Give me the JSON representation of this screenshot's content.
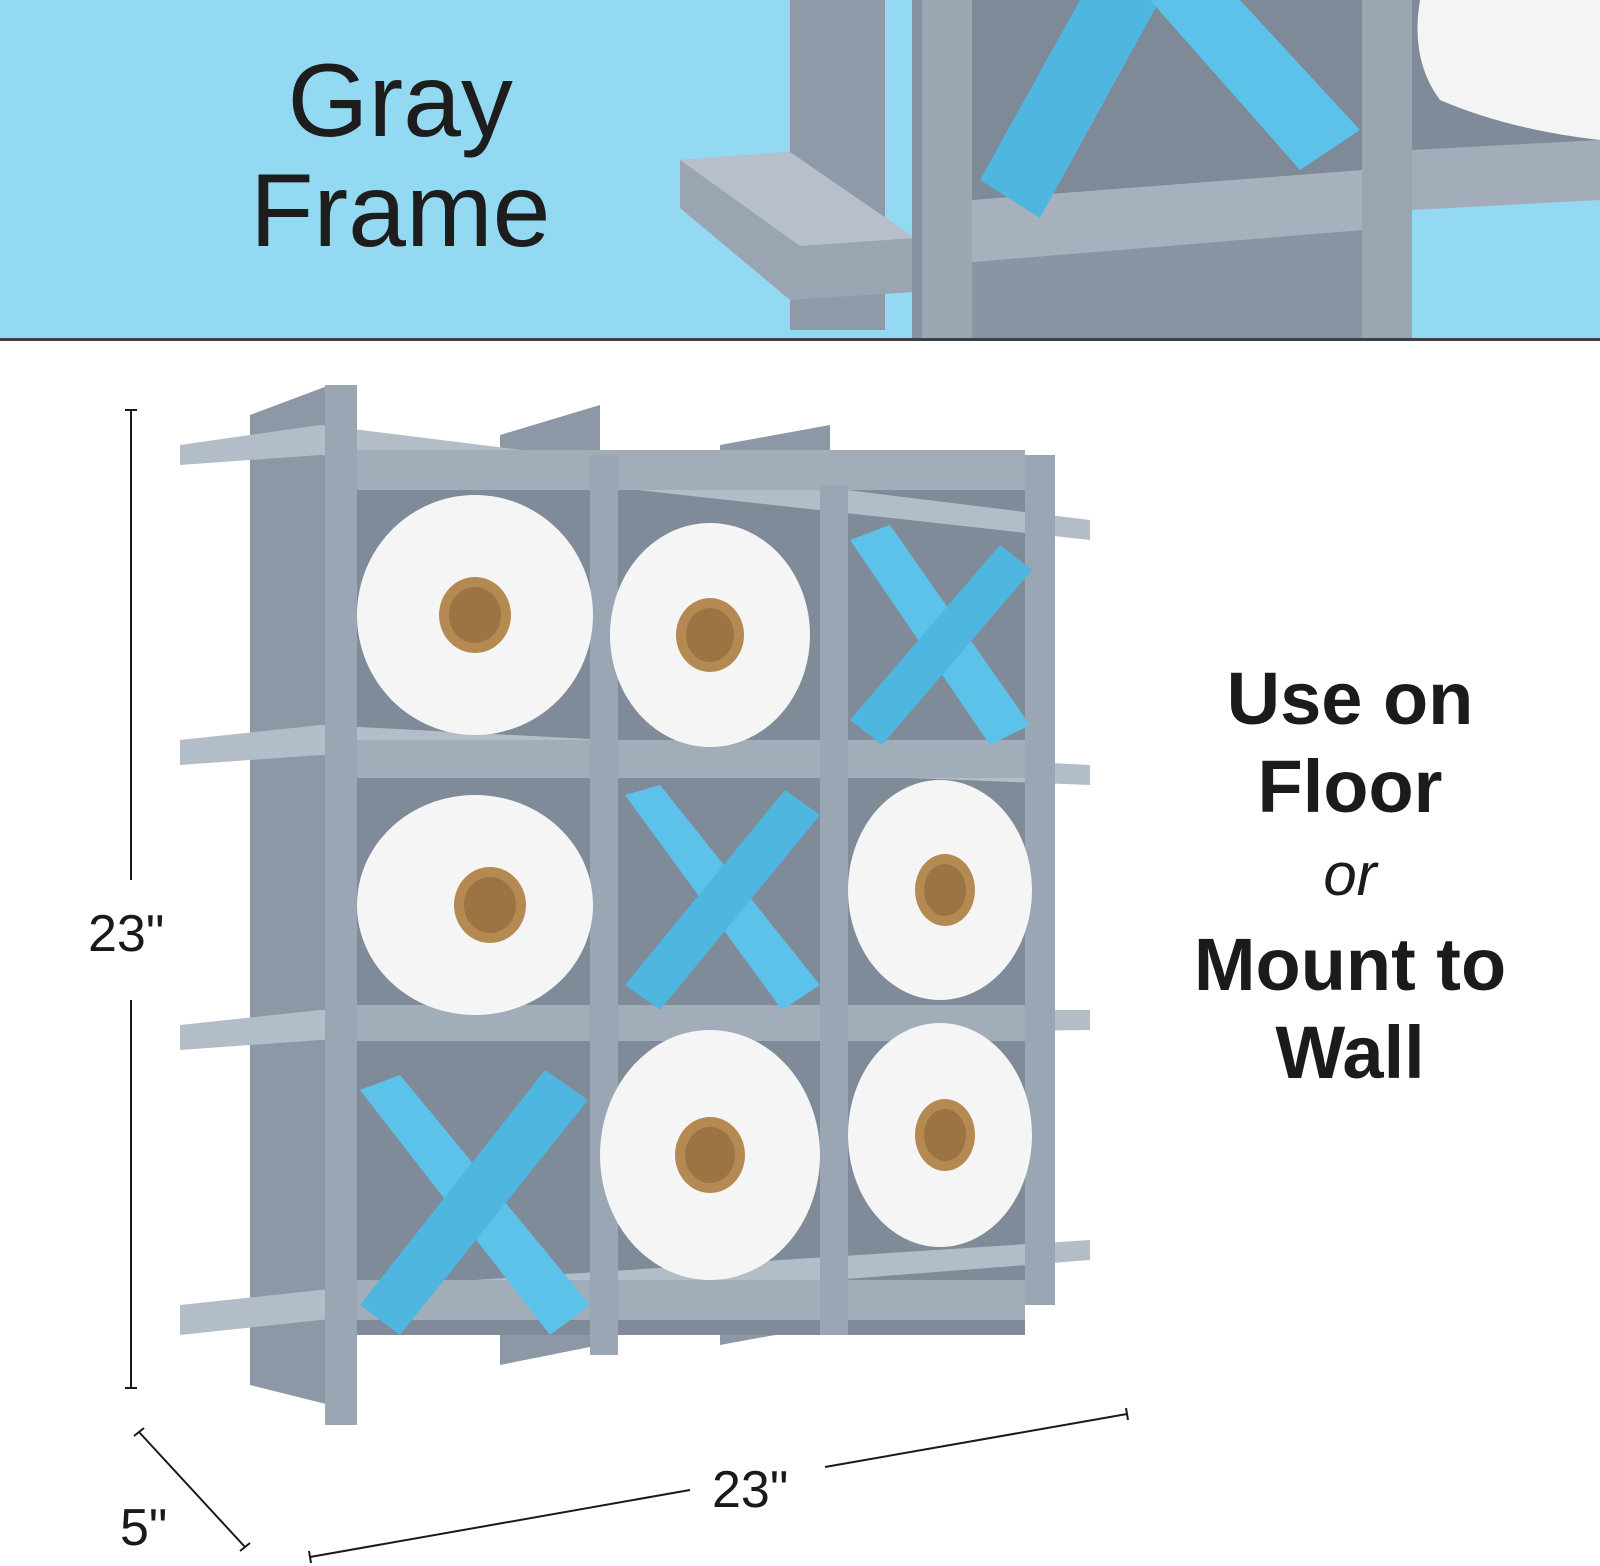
{
  "banner": {
    "title_line1": "Gray",
    "title_line2": "Frame"
  },
  "dimensions": {
    "height": "23\"",
    "width": "23\"",
    "depth": "5\""
  },
  "usage": {
    "line1": "Use on",
    "line2": "Floor",
    "line3": "or",
    "line4": "Mount to",
    "line5": "Wall"
  },
  "grid": {
    "cells": [
      [
        "roll",
        "roll",
        "x"
      ],
      [
        "roll",
        "x",
        "roll"
      ],
      [
        "x",
        "roll",
        "roll"
      ]
    ]
  },
  "colors": {
    "banner_bg": "#94d9f2",
    "frame_gray": "#98a4b2",
    "x_blue": "#58bfe6",
    "roll_white": "#f7f7f7",
    "core_tan": "#b58a52",
    "text": "#1a1a1a"
  }
}
